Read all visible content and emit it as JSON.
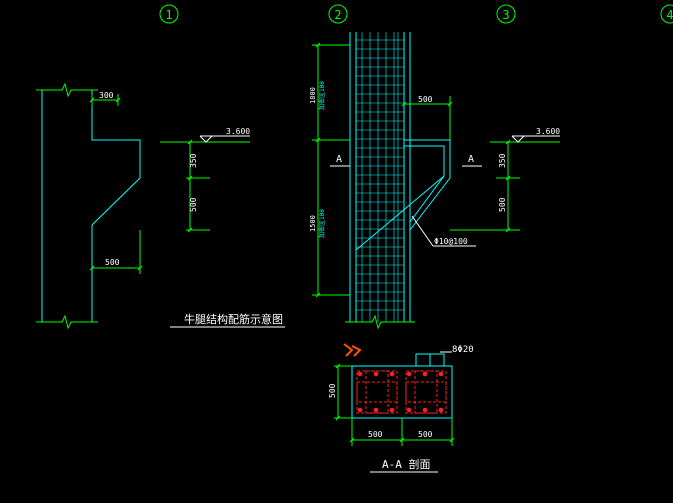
{
  "grid_labels": [
    "1",
    "2",
    "3",
    "4"
  ],
  "title_left": "牛腿结构配筋示意图",
  "section_title": "A-A 剖面",
  "dims": {
    "left_top": "300",
    "left_mid": "350",
    "left_low": "500",
    "left_bottom": "500",
    "elev": "3.600",
    "mid_top_v": "1800",
    "mid_top_v2": "加密区100",
    "mid_low_v": "1500",
    "mid_low_v2": "加密区100",
    "mid_top_h": "500",
    "mid_right_350": "350",
    "mid_right_500": "500",
    "elev2": "3.600",
    "sec_h": "500",
    "sec_w1": "500",
    "sec_w2": "500"
  },
  "labels": {
    "section_a_left": "A",
    "section_a_right": "A",
    "rebar_callout": "Φ10@100",
    "top_rebar": "8Φ20"
  },
  "colors": {
    "concrete": "#00ffff",
    "dims": "#00ff00",
    "text": "#ffffff",
    "rebar_section": "#ff2020",
    "marker": "#ff5500",
    "elev_mark": "#ffffff"
  }
}
